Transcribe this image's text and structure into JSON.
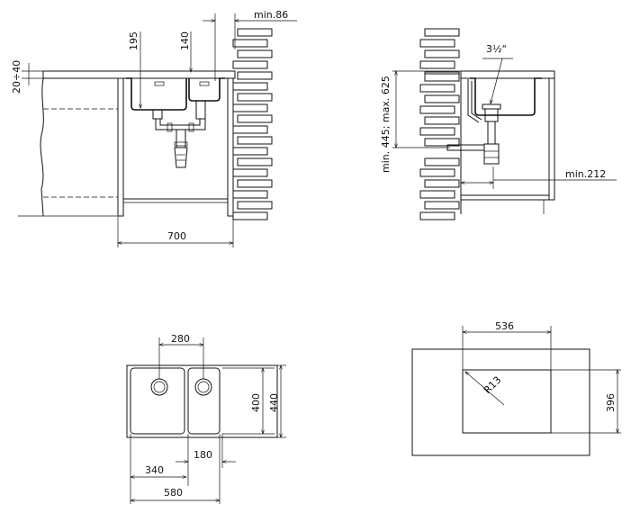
{
  "views": {
    "front_elevation": {
      "dims": {
        "worktop_thickness": "20÷40",
        "depth_195": "195",
        "depth_140": "140",
        "min_86": "min.86",
        "cabinet_width": "700"
      }
    },
    "side_elevation": {
      "dims": {
        "height_range": "min. 445; max. 625",
        "thread": "3½\"",
        "min_212": "min.212"
      }
    },
    "top_view": {
      "dims": {
        "spacing_280": "280",
        "height_400": "400",
        "height_440": "440",
        "width_340": "340",
        "width_180": "180",
        "width_580": "580"
      }
    },
    "cutout_view": {
      "dims": {
        "width_536": "536",
        "radius": "R13",
        "height_396": "396"
      }
    }
  }
}
